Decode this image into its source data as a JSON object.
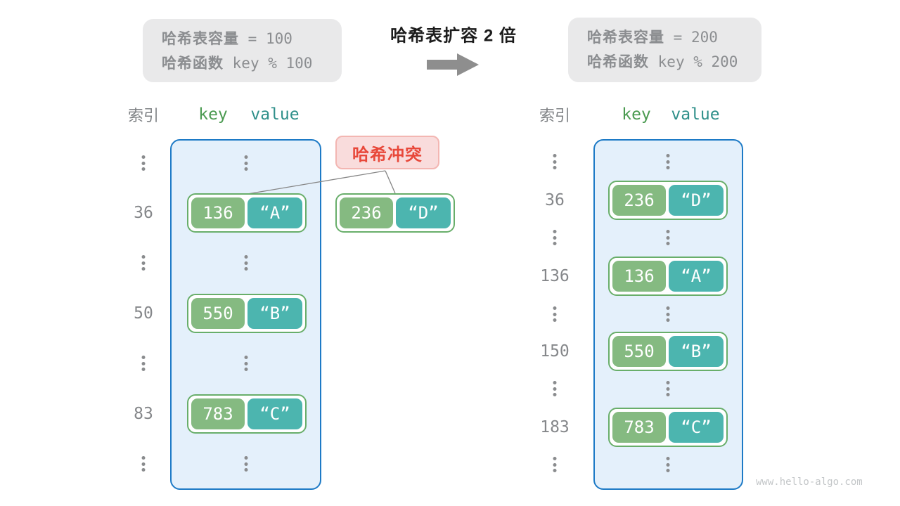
{
  "banner": {
    "left_box": {
      "capacity_label": "哈希表容量",
      "capacity_rest": "= 100",
      "fn_label": "哈希函数",
      "fn_rest": "key % 100"
    },
    "title": "哈希表扩容 2 倍",
    "right_box": {
      "capacity_label": "哈希表容量",
      "capacity_rest": "= 200",
      "fn_label": "哈希函数",
      "fn_rest": "key % 200"
    }
  },
  "collision": {
    "label": "哈希冲突"
  },
  "floating_pair": {
    "key": "236",
    "value": "“D”"
  },
  "left_table": {
    "header": {
      "index": "索引",
      "key": "key",
      "value": "value"
    },
    "rows": [
      {
        "index": "36",
        "key": "136",
        "value": "“A”"
      },
      {
        "index": "50",
        "key": "550",
        "value": "“B”"
      },
      {
        "index": "83",
        "key": "783",
        "value": "“C”"
      }
    ]
  },
  "right_table": {
    "header": {
      "index": "索引",
      "key": "key",
      "value": "value"
    },
    "rows": [
      {
        "index": "36",
        "key": "236",
        "value": "“D”"
      },
      {
        "index": "136",
        "key": "136",
        "value": "“A”"
      },
      {
        "index": "150",
        "key": "550",
        "value": "“B”"
      },
      {
        "index": "183",
        "key": "783",
        "value": "“C”"
      }
    ]
  },
  "watermark": "www.hello-algo.com",
  "icons": {
    "arrow_right": "block-arrow-right",
    "ellipsis": "⋮"
  },
  "colors": {
    "bucket_fill": "#e4f0fb",
    "bucket_border": "#1d7ac6",
    "key_fill": "#85ba81",
    "value_fill": "#4cb5af",
    "pair_border": "#68ae6a",
    "collision_text": "#e8483a",
    "collision_bg": "#f9dcdc",
    "info_bg": "#e9e9ea",
    "gray_text": "#85878a"
  }
}
